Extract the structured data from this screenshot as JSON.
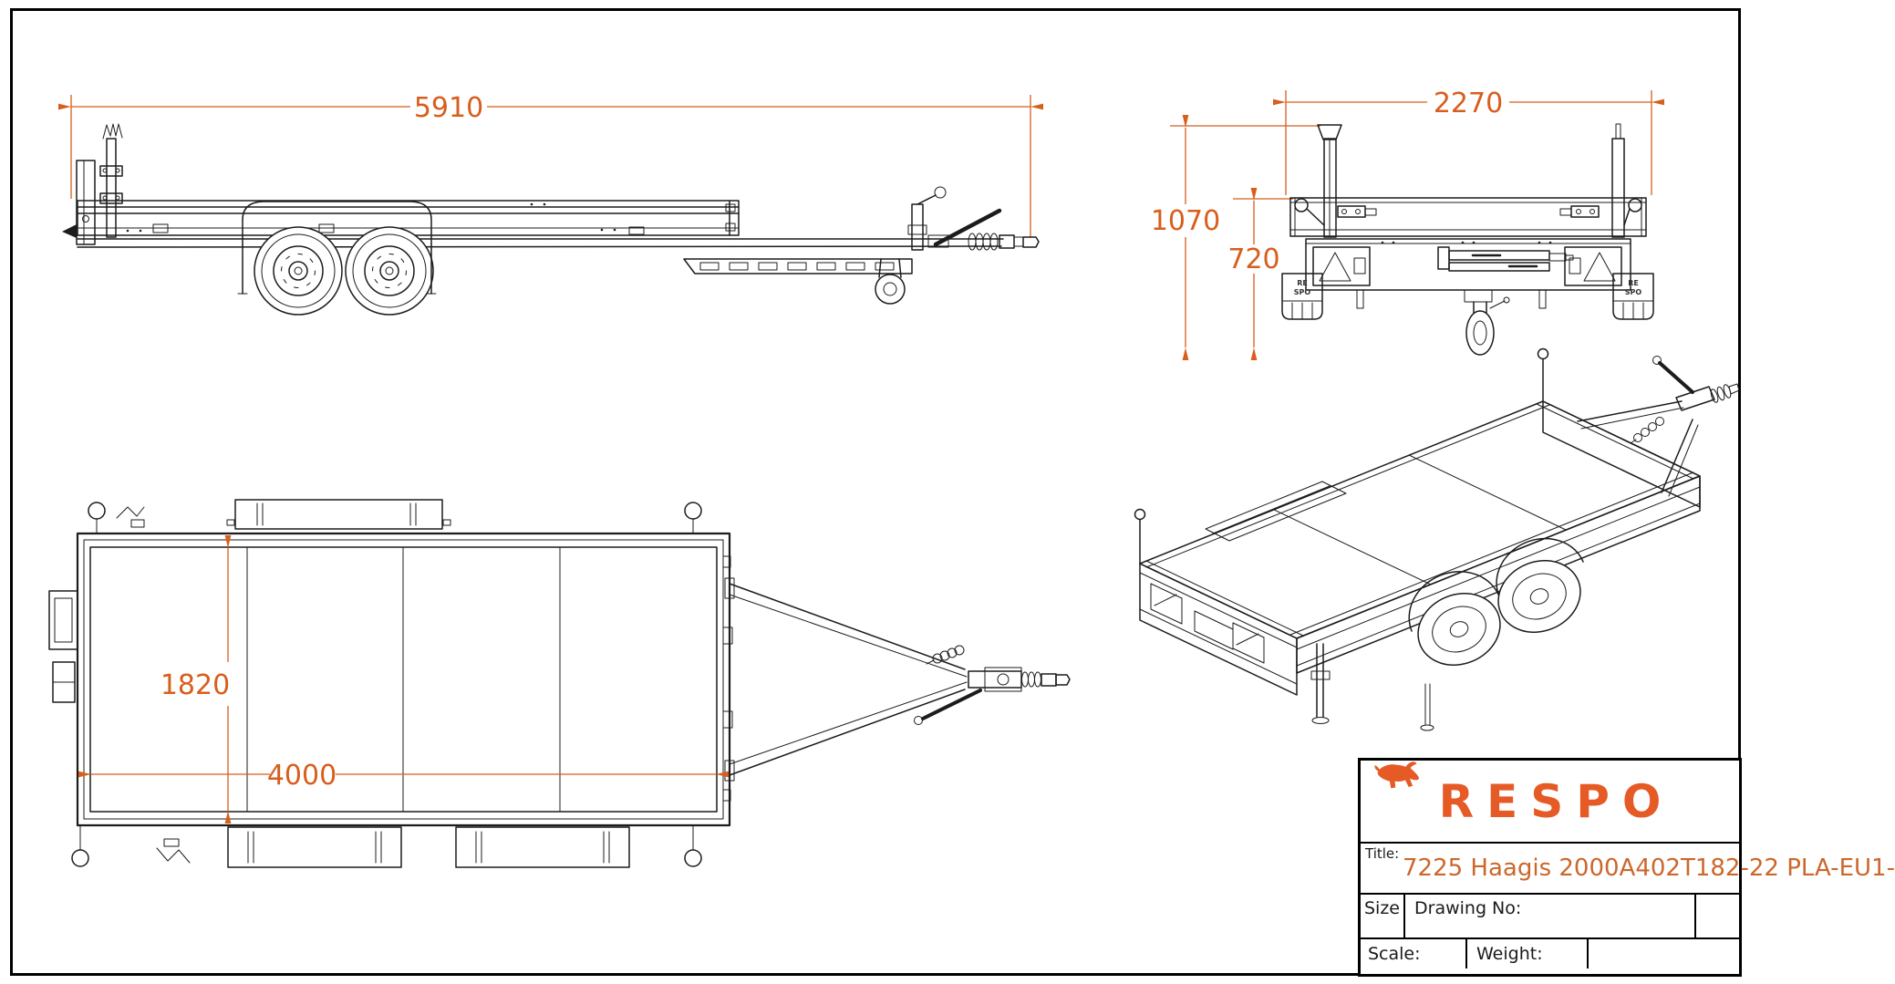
{
  "colors": {
    "dimension": "#D85E1C",
    "line": "#1c1c1c",
    "logo": "#E55A25",
    "title_text": "#CC672C"
  },
  "dimensions": {
    "side_length": "5910",
    "rear_width": "2270",
    "rear_total_height": "1070",
    "rear_bed_height": "720",
    "top_bed_width": "1820",
    "top_bed_length": "4000"
  },
  "rear_view": {
    "mudflap_text_top": "RE",
    "mudflap_text_bottom": "SPO"
  },
  "title_block": {
    "logo_text": "RESPO",
    "title_label": "Title:",
    "title_value": "7225 Haagis 2000A402T182-22 PLA-EU1-",
    "size_label": "Size",
    "drawing_no_label": "Drawing No:",
    "scale_label": "Scale:",
    "weight_label": "Weight:"
  }
}
